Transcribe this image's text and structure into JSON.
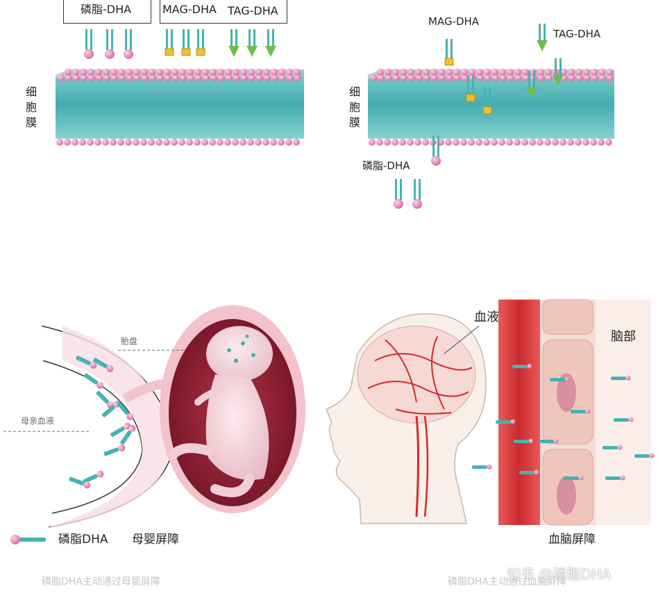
{
  "top_left": {
    "membrane_label": "细胞膜",
    "labels": {
      "phospholipid": "磷脂-DHA",
      "mag": "MAG-DHA",
      "tag": "TAG-DHA"
    }
  },
  "top_right": {
    "membrane_label": "细胞膜",
    "labels": {
      "mag": "MAG-DHA",
      "tag": "TAG-DHA",
      "phospholipid": "磷脂-DHA"
    }
  },
  "placenta": {
    "placenta_label": "胎盘",
    "maternal_blood_label": "母亲血液",
    "legend_label": "磷脂DHA",
    "barrier_label": "母婴屏障",
    "caption": "磷脂DHA主动通过母婴屏障"
  },
  "brain": {
    "blood_label": "血液",
    "brain_label": "脑部",
    "barrier_label": "血脑屏障",
    "caption": "磷脂DHA主动通过血脑屏障"
  },
  "watermark": "知乎 @磷脂DHA",
  "colors": {
    "head_pink": "#e889b8",
    "tail_teal": "#45b3b3",
    "mag_gold": "#f0c030",
    "tag_green": "#6cc04a",
    "blood_red": "#d83a3a",
    "uterus_dark": "#8a1f2c"
  },
  "icons": [
    "phospholipid-molecule-icon",
    "mag-molecule-icon",
    "tag-molecule-icon",
    "fetus-illustration",
    "head-silhouette-icon",
    "brain-vessels-icon"
  ]
}
